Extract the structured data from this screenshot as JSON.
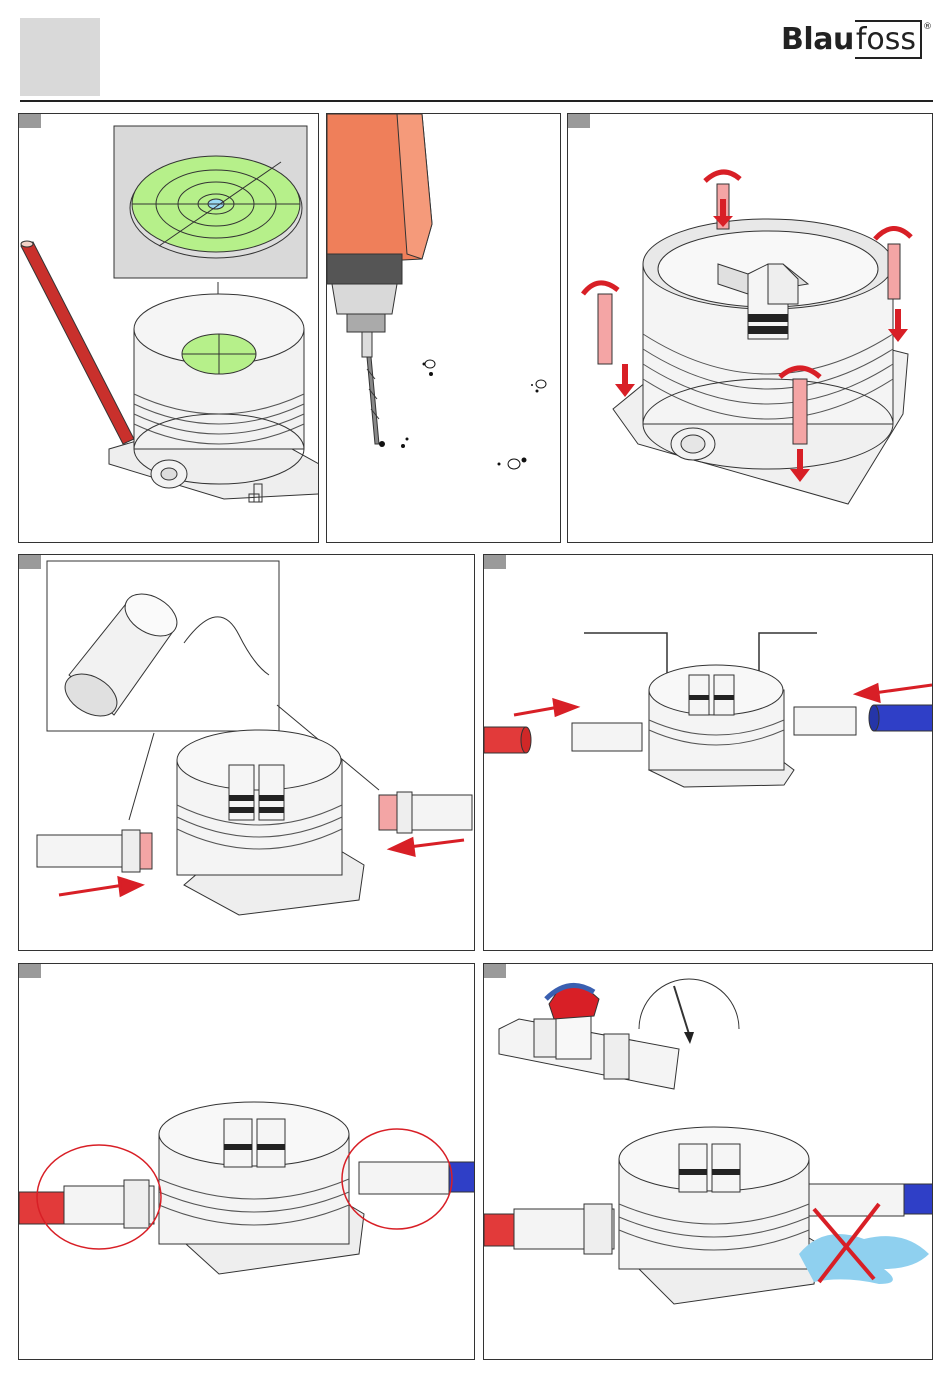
{
  "brand": {
    "logo_blau": "Blau",
    "logo_foss": "foss",
    "logo_reg": "®"
  },
  "colors": {
    "pipe_hot": "#e23a3a",
    "pipe_cold": "#2f3fc7",
    "level_green": "#b6f08a",
    "drill_orange": "#ef7f5a",
    "arrow_red": "#d81f26",
    "water_blue": "#8fd0ef",
    "rotate_blue": "#3a5fb0",
    "step_tab_gray": "#9a9a9a"
  },
  "panels": [
    {
      "name": "panel-level-check",
      "icons": [
        "spirit-level-icon",
        "pencil-icon",
        "junction-box-icon"
      ]
    },
    {
      "name": "panel-drill-holes",
      "icons": [
        "drill-icon"
      ]
    },
    {
      "name": "panel-screw-mount",
      "icons": [
        "screw-icon",
        "rotate-arrow-icon",
        "junction-box-icon"
      ]
    },
    {
      "name": "panel-fit-couplings",
      "icons": [
        "lubricant-tube-icon",
        "coupling-icon",
        "junction-box-icon"
      ]
    },
    {
      "name": "panel-connect-pipes",
      "icons": [
        "hot-pipe-icon",
        "cold-pipe-icon",
        "junction-box-icon"
      ]
    },
    {
      "name": "panel-check-connections",
      "icons": [
        "highlight-circle-icon",
        "junction-box-icon"
      ]
    },
    {
      "name": "panel-pressure-test",
      "icons": [
        "valve-icon",
        "pressure-gauge-icon",
        "no-leak-cross-icon"
      ]
    }
  ]
}
